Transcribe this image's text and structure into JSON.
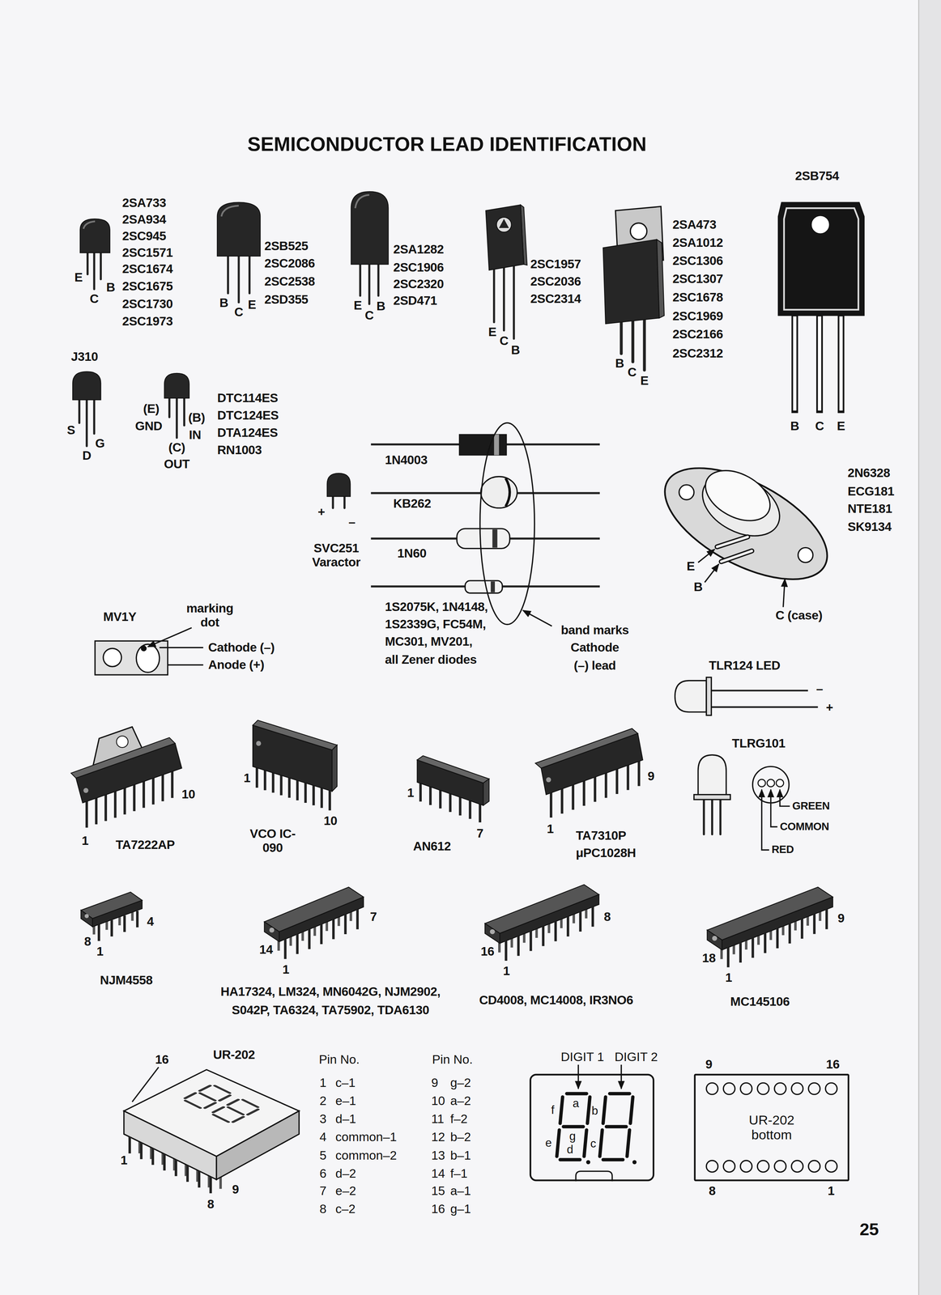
{
  "diagram": {
    "title": "SEMICONDUCTOR LEAD IDENTIFICATION",
    "nodes": [
      {
        "text": [
          "a",
          "f",
          "b",
          "g",
          "e",
          "c",
          "d"
        ]
      },
      {
        "text": [
          "UR-202 bottom"
        ]
      }
    ],
    "labels": [
      "2SA733",
      "2SA934",
      "2SC945",
      "2SC1571",
      "2SC1674",
      "2SC1675",
      "2SC1730",
      "2SC1973",
      "E",
      "C",
      "B",
      "2SB525",
      "2SC2086",
      "2SC2538",
      "2SD355",
      "B",
      "C",
      "E",
      "2SA1282",
      "2SC1906",
      "2SC2320",
      "2SD471",
      "E",
      "C",
      "B",
      "2SC1957",
      "2SC2036",
      "2SC2314",
      "E",
      "C",
      "B",
      "2SA473",
      "2SA1012",
      "2SC1306",
      "2SC1307",
      "2SC1678",
      "2SC1969",
      "2SC2166",
      "2SC2312",
      "B",
      "C",
      "E",
      "2SB754",
      "B",
      "C",
      "E",
      "J310",
      "S",
      "G",
      "D",
      "(E)",
      "GND",
      "(B)",
      "IN",
      "(C)",
      "OUT",
      "DTC114ES",
      "DTC124ES",
      "DTA124ES",
      "RN1003",
      "1N4003",
      "KB262",
      "1N60",
      "1S2075K, 1N4148,",
      "1S2339G, FC54M,",
      "MC301, MV201,",
      "all Zener diodes",
      "band marks",
      "Cathode",
      "(–) lead",
      "+",
      "–",
      "SVC251 Varactor",
      "2N6328",
      "ECG181",
      "NTE181",
      "SK9134",
      "E",
      "B",
      "C (case)",
      "MV1Y",
      "marking dot",
      "Cathode (–)",
      "Anode (+)",
      "TLR124 LED",
      "–",
      "+",
      "TLRG101",
      "GREEN",
      "COMMON",
      "RED",
      "1",
      "10",
      "TA7222AP",
      "1",
      "VCO IC-090",
      "10",
      "1",
      "AN612",
      "7",
      "1",
      "9",
      "TA7310P",
      "μPC1028H",
      "8",
      "4",
      "1",
      "NJM4558",
      "14",
      "7",
      "1",
      "HA17324, LM324, MN6042G, NJM2902,",
      "S042P, TA6324, TA75902, TDA6130",
      "16",
      "8",
      "1",
      "CD4008, MC14008, IR3NO6",
      "18",
      "9",
      "1",
      "MC145106",
      "16",
      "UR-202",
      "1",
      "8",
      "9",
      "Pin No.",
      "Pin No.",
      "1",
      "c–1",
      "9",
      "g–2",
      "2",
      "e–1",
      "10",
      "a–2",
      "3",
      "d–1",
      "11",
      "f–2",
      "4",
      "common–1",
      "12",
      "b–2",
      "5",
      "common–2",
      "13",
      "b–1",
      "6",
      "d–2",
      "14",
      "f–1",
      "7",
      "e–2",
      "15",
      "a–1",
      "8",
      "c–2",
      "16",
      "g–1",
      "DIGIT 1",
      "DIGIT 2",
      "9",
      "16",
      "8",
      "1",
      "25"
    ]
  }
}
